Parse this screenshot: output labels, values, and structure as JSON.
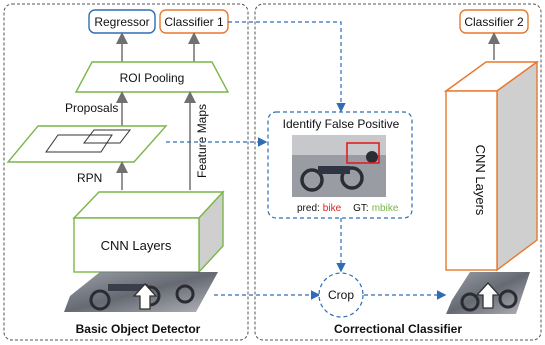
{
  "panels": {
    "left_title": "Basic Object Detector",
    "right_title": "Correctional Classifier"
  },
  "left": {
    "regressor": "Regressor",
    "classifier1": "Classifier 1",
    "roi_pooling": "ROI Pooling",
    "proposals": "Proposals",
    "feature_maps": "Feature Maps",
    "rpn": "RPN",
    "cnn_layers": "CNN Layers"
  },
  "middle": {
    "identify_title": "Identify False Positive",
    "pred_label": "pred:",
    "pred_value": "bike",
    "gt_label": "GT:",
    "gt_value": "mbike",
    "crop": "Crop"
  },
  "right": {
    "classifier2": "Classifier 2",
    "cnn_layers": "CNN Layers"
  },
  "colors": {
    "blue": "#2e6db4",
    "orange": "#e8772e",
    "green": "#7ab648",
    "red": "#e02020",
    "gray_side": "#cfcfcf"
  }
}
